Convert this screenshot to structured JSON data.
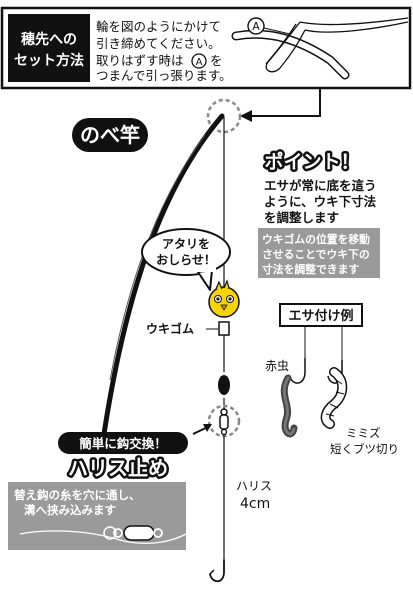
{
  "header": {
    "label_line1": "穂先への",
    "label_line2": "セット方法",
    "instructions": [
      "輪を図のようにかけて",
      "引き締めてください。",
      "取りはずす時は",
      "をつまんで引っ張ります。"
    ],
    "instruction_line3_prefix": "取りはずす時は",
    "instruction_line4": "つまんで引っ張ります。",
    "instruction_line3_suffix": "を",
    "marker_letter": "A"
  },
  "rod_label": "のべ竿",
  "point": {
    "title": "ポイント！",
    "lines": [
      "エサが常に底を這う",
      "ように、ウキ下寸法",
      "を調整します"
    ],
    "gray_lines": [
      "ウキゴムの位置を移動",
      "させることでウキ下の",
      "寸法を調整できます"
    ]
  },
  "bubble": {
    "line1": "アタリを",
    "line2": "おしらせ！"
  },
  "float_label": "ウキゴム",
  "bait": {
    "title": "エサ付け例",
    "bloodworm_label": "赤虫",
    "earthworm_label": "ミミズ",
    "earthworm_note": "短くブツ切り"
  },
  "swivel": {
    "tagline": "簡単に鈎交換！",
    "title": "ハリス止め",
    "note_line1": "替え鈎の糸を穴に通し、",
    "note_line2": "溝へ挟み込みます"
  },
  "leader": {
    "label": "ハリス",
    "length": "4cm"
  },
  "colors": {
    "float_yellow": "#f5d400",
    "gray_panel": "#9a9a9a",
    "black": "#111111"
  }
}
